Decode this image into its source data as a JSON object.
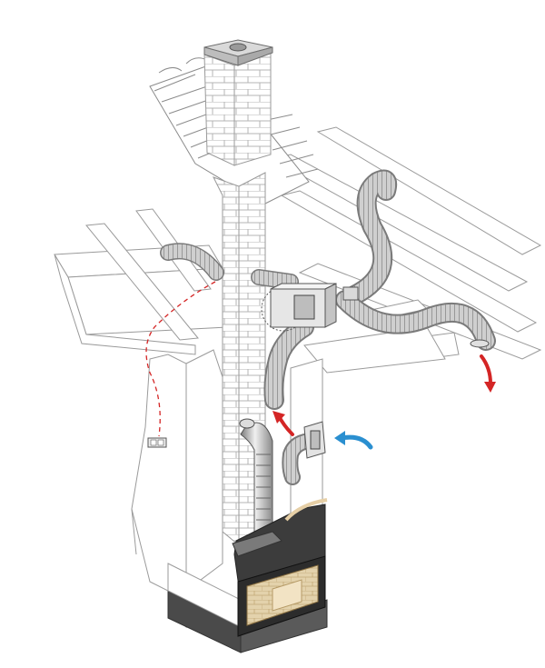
{
  "diagram": {
    "colors": {
      "outline": "#9a9a9a",
      "brick_line": "#b4b4b4",
      "duct_dark": "#6e6e6e",
      "duct_light": "#d4d4d4",
      "warm_arrow": "#d42525",
      "fresh_air_arrow": "#2a8fd0",
      "firebox": "#3c3c3c",
      "fire_bricks": "#e3d2ac",
      "insulation": "#e6cfa6",
      "base": "#4a4a4a"
    },
    "thermostat_label": "",
    "icons": [
      "chimney-cap",
      "hot-air-distribution-box",
      "thermostat",
      "fresh-air-intake-grille",
      "fireplace-insert"
    ]
  }
}
